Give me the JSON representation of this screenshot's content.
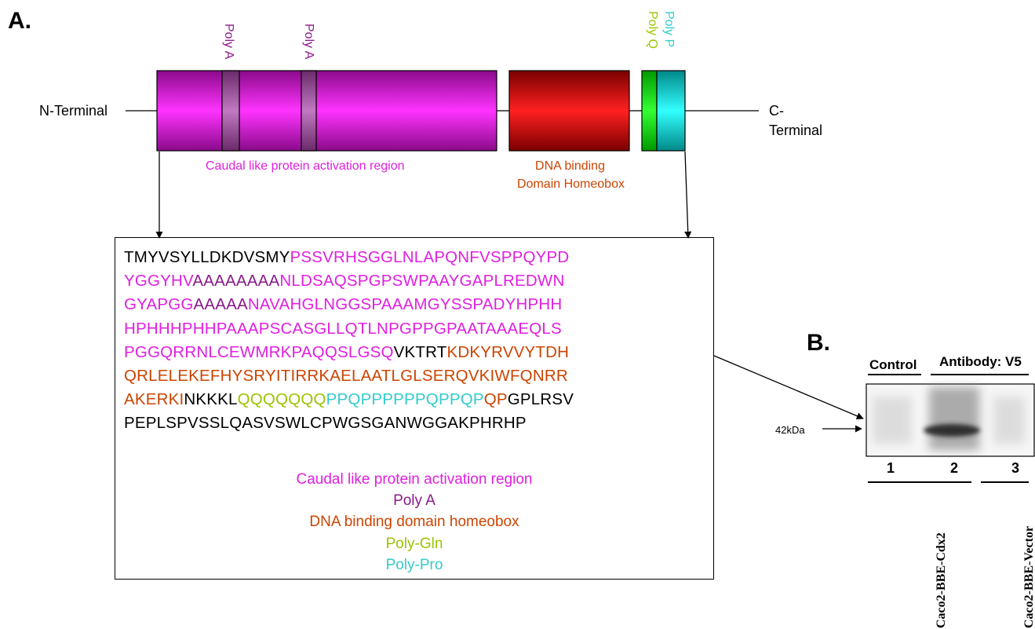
{
  "colors": {
    "activation": "#e020e0",
    "polyA": "#8a1a8a",
    "homeobox": "#cc4400",
    "polyQ": "#99c400",
    "polyP": "#33cccc",
    "black": "#000000"
  },
  "panelA": {
    "label": "A.",
    "n_terminal": "N-Terminal",
    "c_terminal_line1": "C-",
    "c_terminal_line2": "Terminal",
    "polyA_label_1": "Poly A",
    "polyA_label_2": "Poly A",
    "polyQ_label": "Poly Q",
    "polyP_label": "Poly P",
    "activation_region_label": "Caudal like protein activation region",
    "dna_binding_line1": "DNA binding",
    "dna_binding_line2": "Domain Homeobox"
  },
  "sequence": {
    "lines": [
      [
        {
          "t": "TMYVSYLLDKDVSMY",
          "c": "black"
        },
        {
          "t": "PSSVRHSGGLNLAPQNFVSPPQYPD",
          "c": "activation"
        }
      ],
      [
        {
          "t": "YGGYHV",
          "c": "activation"
        },
        {
          "t": "AAAAAAAA",
          "c": "polyA"
        },
        {
          "t": "NLDSAQSPGPSWPAAYGAPLREDWN",
          "c": "activation"
        }
      ],
      [
        {
          "t": "GYAPGG",
          "c": "activation"
        },
        {
          "t": "AAAAA",
          "c": "polyA"
        },
        {
          "t": "NAVAHGLNGGSPAAAMGYSSPADYHPHH",
          "c": "activation"
        }
      ],
      [
        {
          "t": "HPHHHPHHPAAAPSCASGLLQTLNPGPPGPAATAAAEQLS",
          "c": "activation"
        }
      ],
      [
        {
          "t": "PGGQRRNLCEWMRKPAQQSLGSQ",
          "c": "activation"
        },
        {
          "t": "VKTRT",
          "c": "black"
        },
        {
          "t": "KDKYRVVYTDH",
          "c": "homeobox"
        }
      ],
      [
        {
          "t": "QRLELEKEFHYSRYITIRRKAELAATLGLSERQVKIWFQNRR",
          "c": "homeobox"
        }
      ],
      [
        {
          "t": "AKERKI",
          "c": "homeobox"
        },
        {
          "t": "NKKKL",
          "c": "black"
        },
        {
          "t": "QQQQQQQ",
          "c": "polyQ"
        },
        {
          "t": "PPQPPPPPPQPPQP",
          "c": "polyP"
        },
        {
          "t": "QP",
          "c": "homeobox"
        },
        {
          "t": "GPLRSV",
          "c": "black"
        }
      ],
      [
        {
          "t": "PEPLSPVSSLQASVSWLCPWGSGANWGGAKPHRHP",
          "c": "black"
        }
      ]
    ]
  },
  "legend": {
    "activation": "Caudal like protein activation region",
    "polyA": "Poly A",
    "homeobox": "DNA binding domain homeobox",
    "polyGln": "Poly-Gln",
    "polyPro": "Poly-Pro"
  },
  "panelB": {
    "label": "B.",
    "control": "Control",
    "antibody": "Antibody: V5",
    "marker": "42kDa",
    "lane1": "1",
    "lane2": "2",
    "lane3": "3",
    "group1": "Caco2-BBE-Cdx2",
    "group2": "Caco2-BBE-Vector"
  }
}
